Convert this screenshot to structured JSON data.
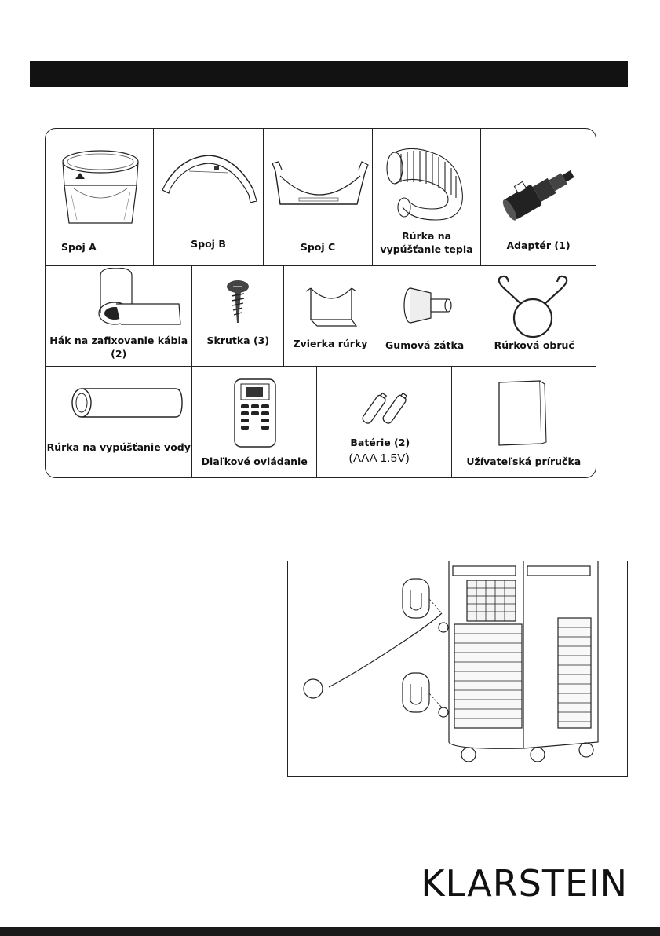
{
  "parts": {
    "row1": [
      {
        "label": "Spoj  A",
        "icon": "duct-joint-a-icon"
      },
      {
        "label": "Spoj B",
        "icon": "duct-joint-b-icon"
      },
      {
        "label": "Spoj C",
        "icon": "duct-joint-c-icon"
      },
      {
        "label": "Rúrka na vypúšťanie tepla",
        "icon": "exhaust-hose-icon"
      },
      {
        "label": "Adaptér (1)",
        "icon": "adapter-icon"
      }
    ],
    "row2": [
      {
        "label": "Hák na zafixovanie kábla (2)",
        "icon": "cable-hook-icon"
      },
      {
        "label": "Skrutka (3)",
        "icon": "screw-icon"
      },
      {
        "label": "Zvierka rúrky",
        "icon": "pipe-clamp-icon"
      },
      {
        "label": "Gumová zátka",
        "icon": "rubber-plug-icon"
      },
      {
        "label": "Rúrková obruč",
        "icon": "pipe-ring-icon"
      }
    ],
    "row3": [
      {
        "label": "Rúrka na vypúšťanie vody",
        "icon": "drain-hose-icon"
      },
      {
        "label": "Diaľkové ovládanie",
        "icon": "remote-control-icon"
      },
      {
        "label": "Batérie (2)",
        "sub": "(AAA 1.5V)",
        "icon": "batteries-icon"
      },
      {
        "label": "Užívateľská príručka",
        "icon": "user-manual-icon"
      }
    ]
  },
  "brand": "KLARSTEIN",
  "colors": {
    "ink": "#111111",
    "bar": "#121212"
  }
}
